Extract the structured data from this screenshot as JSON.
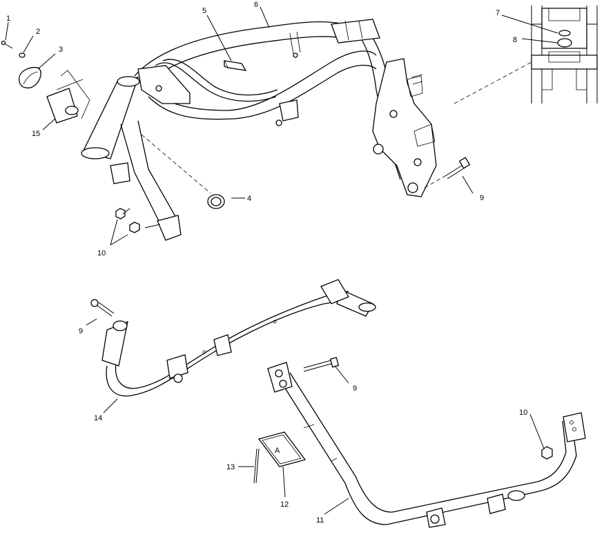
{
  "callouts": {
    "c1": "1",
    "c2": "2",
    "c3": "3",
    "c4": "4",
    "c5": "5",
    "c6": "6",
    "c7": "7",
    "c8": "8",
    "c9a": "9",
    "c9b": "9",
    "c9c": "9",
    "c10a": "10",
    "c10b": "10",
    "c11": "11",
    "c12": "12",
    "c13": "13",
    "c14": "14",
    "c15": "15"
  },
  "decal_text": "A"
}
